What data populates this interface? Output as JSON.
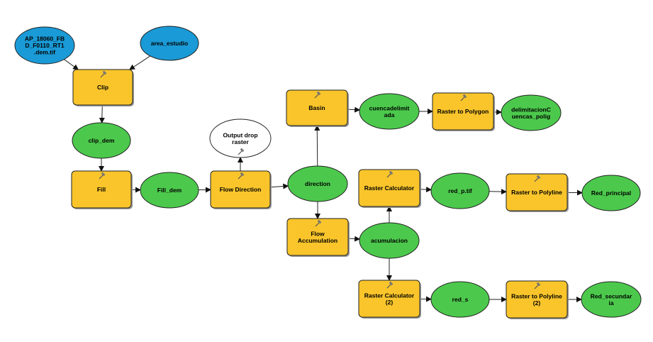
{
  "colors": {
    "input_data": "#1a9ad6",
    "derived_data": "#4cc94c",
    "tool": "#f9c52b",
    "empty_output": "#ffffff",
    "stroke": "#222222"
  },
  "nodes": [
    {
      "id": "ap_dem",
      "kind": "input_data",
      "label": "AP_18060_FBD_F0110_RT1.dem.tif",
      "lines": [
        "AP_18060_FB",
        "D_F0110_RT1",
        ".dem.tif"
      ]
    },
    {
      "id": "area_estudio",
      "kind": "input_data",
      "label": "area_estudio",
      "lines": [
        "area_estudio"
      ]
    },
    {
      "id": "clip",
      "kind": "tool",
      "label": "Clip",
      "lines": [
        "Clip"
      ]
    },
    {
      "id": "clip_dem",
      "kind": "derived_data",
      "label": "clip_dem",
      "lines": [
        "clip_dem"
      ]
    },
    {
      "id": "fill",
      "kind": "tool",
      "label": "Fill",
      "lines": [
        "Fill"
      ]
    },
    {
      "id": "fill_dem",
      "kind": "derived_data",
      "label": "Fill_dem",
      "lines": [
        "Fill_dem"
      ]
    },
    {
      "id": "flow_direction",
      "kind": "tool",
      "label": "Flow Direction",
      "lines": [
        "Flow Direction"
      ]
    },
    {
      "id": "output_drop_raster",
      "kind": "empty_output",
      "label": "Output drop raster",
      "lines": [
        "Output drop",
        "raster"
      ]
    },
    {
      "id": "direction",
      "kind": "derived_data",
      "label": "direction",
      "lines": [
        "direction"
      ]
    },
    {
      "id": "basin",
      "kind": "tool",
      "label": "Basin",
      "lines": [
        "Basin"
      ]
    },
    {
      "id": "cuencadelimitada",
      "kind": "derived_data",
      "label": "cuencadelimitada",
      "lines": [
        "cuencadelimit",
        "ada"
      ]
    },
    {
      "id": "raster_to_polygon",
      "kind": "tool",
      "label": "Raster to Polygon",
      "lines": [
        "Raster to Polygon"
      ]
    },
    {
      "id": "delimitacion",
      "kind": "derived_data",
      "label": "delimitacionCuencas_polig",
      "lines": [
        "delimitacionC",
        "uencas_polig"
      ]
    },
    {
      "id": "flow_accumulation",
      "kind": "tool",
      "label": "Flow Accumulation",
      "lines": [
        "Flow",
        "Accumulation"
      ]
    },
    {
      "id": "acumulacion",
      "kind": "derived_data",
      "label": "acumulacion",
      "lines": [
        "acumulacion"
      ]
    },
    {
      "id": "raster_calculator",
      "kind": "tool",
      "label": "Raster Calculator",
      "lines": [
        "Raster Calculator"
      ]
    },
    {
      "id": "red_p",
      "kind": "derived_data",
      "label": "red_p.tif",
      "lines": [
        "red_p.tif"
      ]
    },
    {
      "id": "raster_to_polyline",
      "kind": "tool",
      "label": "Raster to Polyline",
      "lines": [
        "Raster to Polyline"
      ]
    },
    {
      "id": "red_principal",
      "kind": "derived_data",
      "label": "Red_principal",
      "lines": [
        "Red_principal"
      ]
    },
    {
      "id": "raster_calculator_2",
      "kind": "tool",
      "label": "Raster Calculator (2)",
      "lines": [
        "Raster Calculator",
        "(2)"
      ]
    },
    {
      "id": "red_s",
      "kind": "derived_data",
      "label": "red_s",
      "lines": [
        "red_s"
      ]
    },
    {
      "id": "raster_to_polyline_2",
      "kind": "tool",
      "label": "Raster to Polyline (2)",
      "lines": [
        "Raster to Polyline",
        "(2)"
      ]
    },
    {
      "id": "red_secundaria",
      "kind": "derived_data",
      "label": "Red_secundaria",
      "lines": [
        "Red_secundar",
        "ia"
      ]
    }
  ],
  "connections": [
    [
      "ap_dem",
      "clip"
    ],
    [
      "area_estudio",
      "clip"
    ],
    [
      "clip",
      "clip_dem"
    ],
    [
      "clip_dem",
      "fill"
    ],
    [
      "fill",
      "fill_dem"
    ],
    [
      "fill_dem",
      "flow_direction"
    ],
    [
      "flow_direction",
      "output_drop_raster"
    ],
    [
      "flow_direction",
      "direction"
    ],
    [
      "direction",
      "basin"
    ],
    [
      "basin",
      "cuencadelimitada"
    ],
    [
      "cuencadelimitada",
      "raster_to_polygon"
    ],
    [
      "raster_to_polygon",
      "delimitacion"
    ],
    [
      "direction",
      "flow_accumulation"
    ],
    [
      "flow_accumulation",
      "acumulacion"
    ],
    [
      "acumulacion",
      "raster_calculator"
    ],
    [
      "raster_calculator",
      "red_p"
    ],
    [
      "red_p",
      "raster_to_polyline"
    ],
    [
      "raster_to_polyline",
      "red_principal"
    ],
    [
      "acumulacion",
      "raster_calculator_2"
    ],
    [
      "raster_calculator_2",
      "red_s"
    ],
    [
      "red_s",
      "raster_to_polyline_2"
    ],
    [
      "raster_to_polyline_2",
      "red_secundaria"
    ]
  ]
}
